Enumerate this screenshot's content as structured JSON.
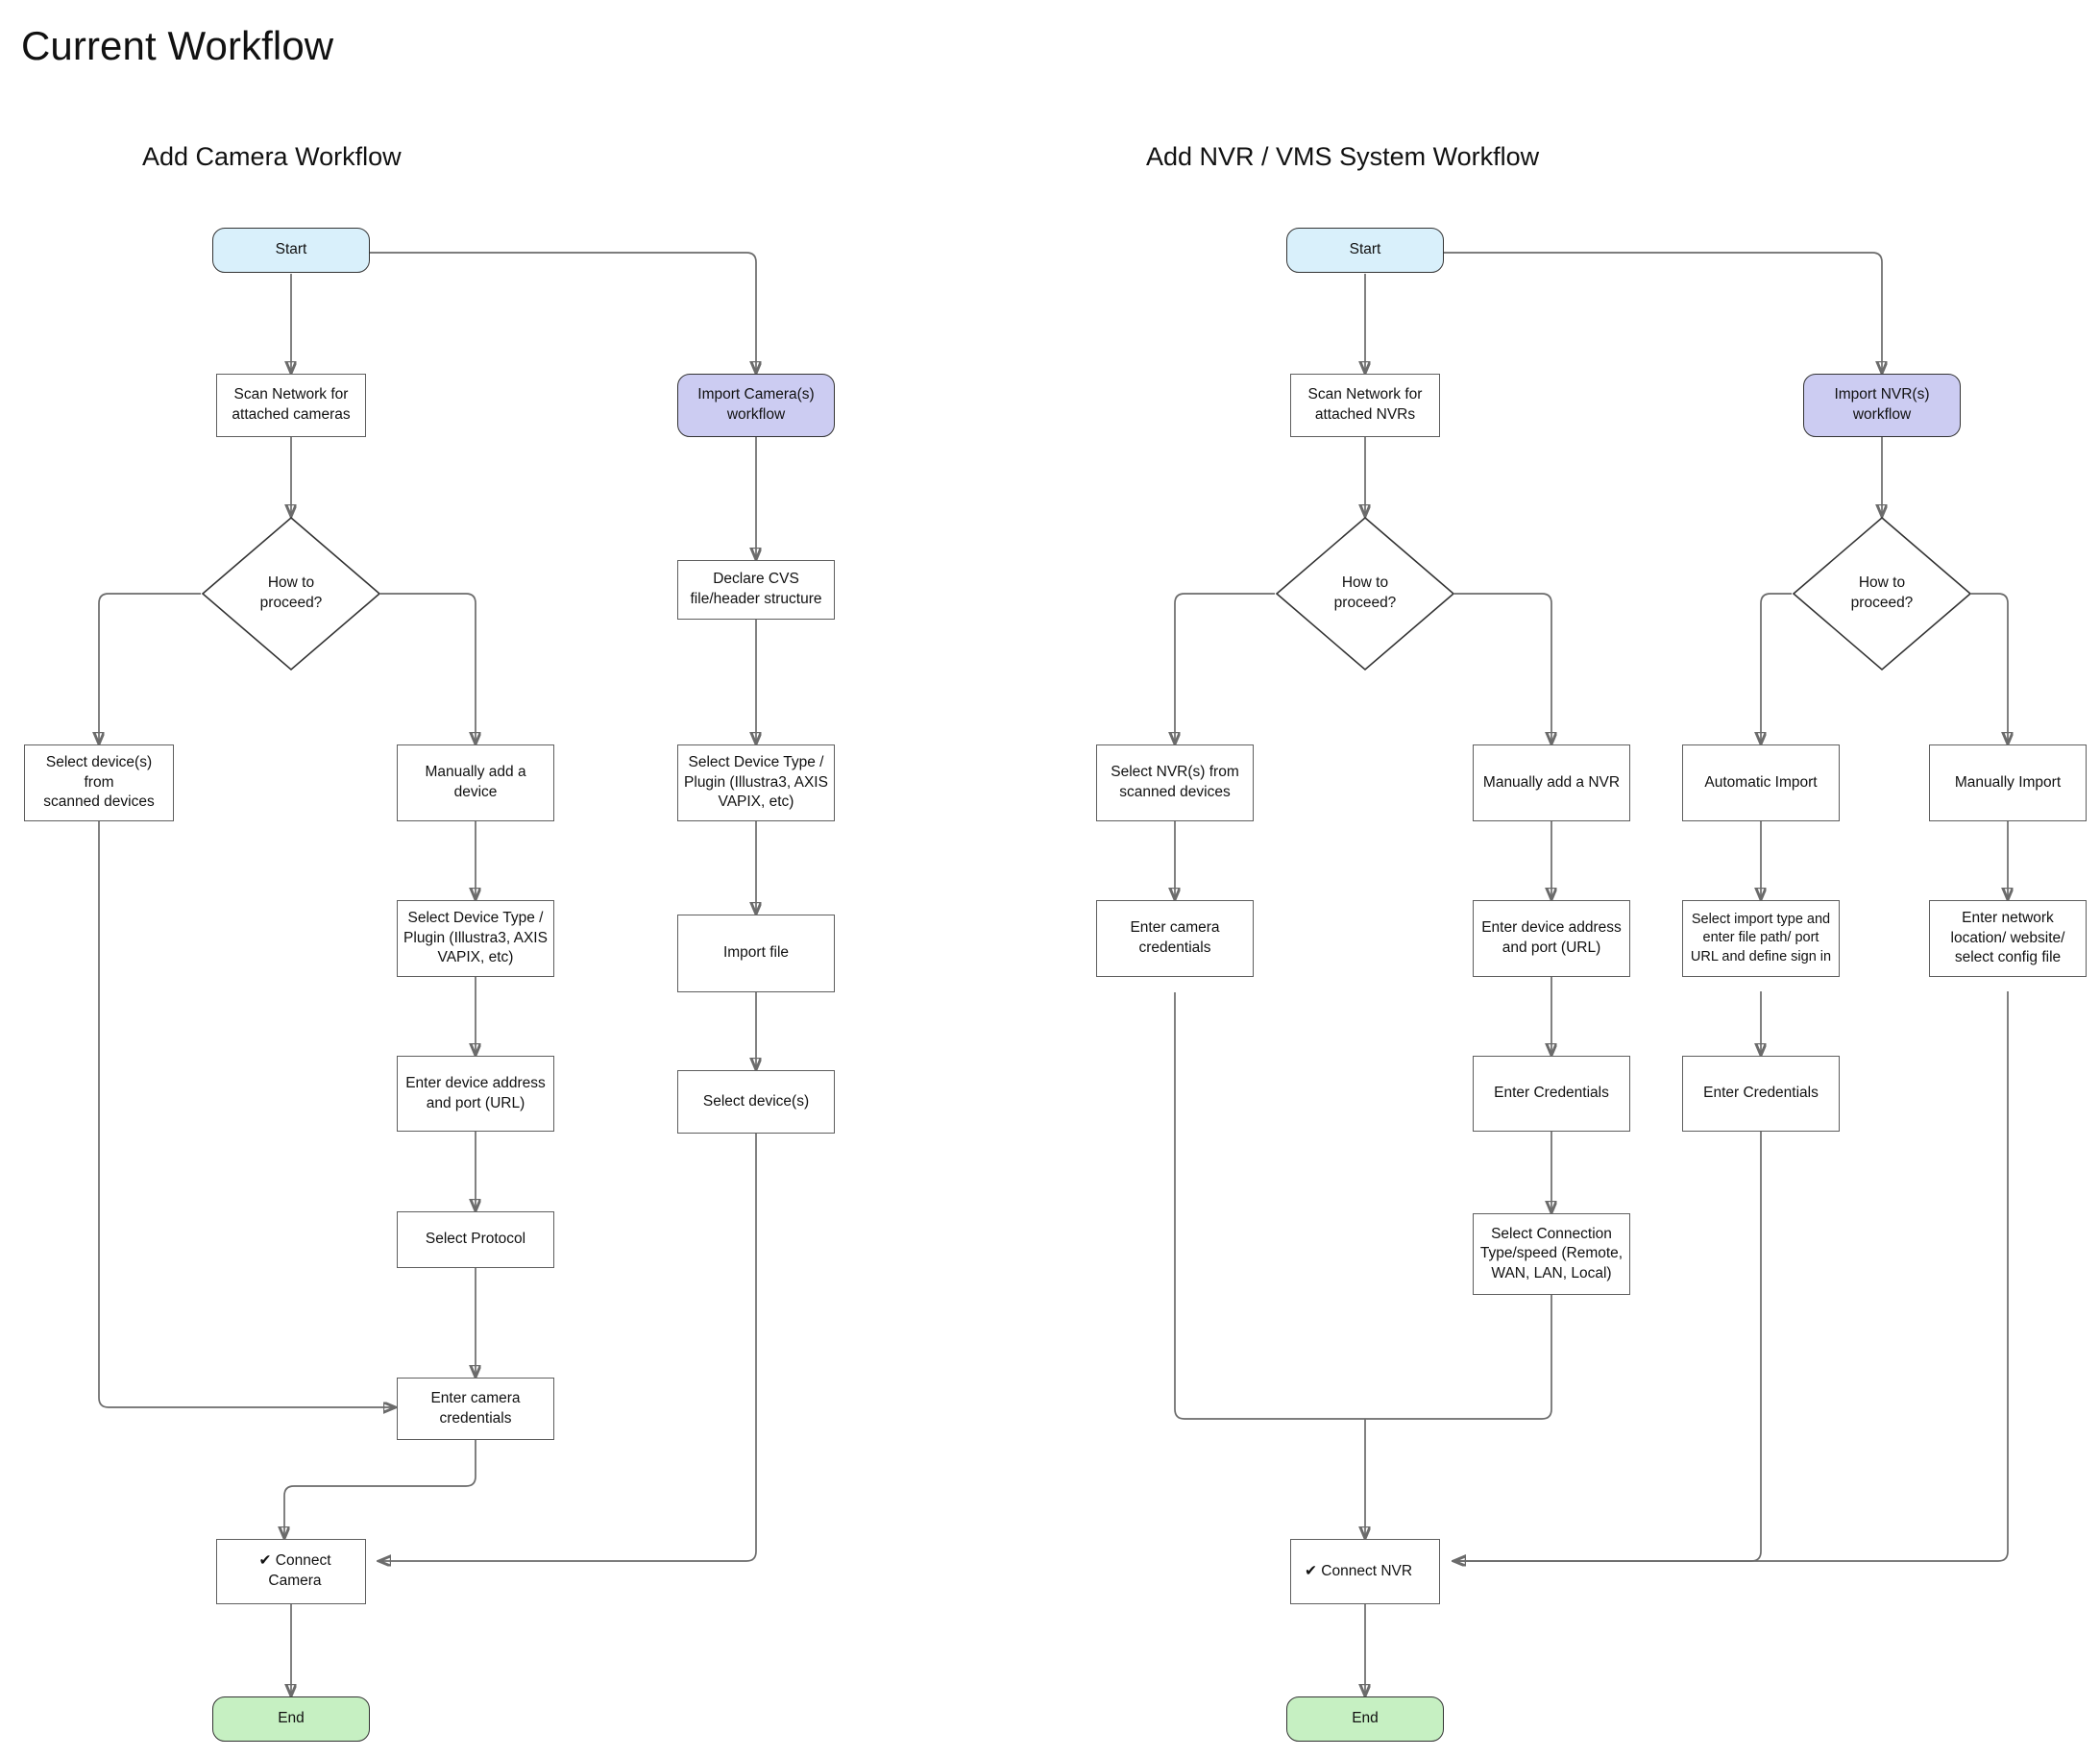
{
  "page": {
    "title": "Current Workflow"
  },
  "columns": [
    {
      "title": "Add Camera Workflow"
    },
    {
      "title": "Add NVR / VMS System Workflow"
    }
  ],
  "colors": {
    "start_fill": "#d9f0fb",
    "end_fill": "#c6f0c2",
    "subflow_fill": "#ccccf2",
    "process_fill": "#ffffff",
    "node_border": "#5e5e5e",
    "terminator_border": "#333333",
    "edge_stroke": "#6b6b6b",
    "text": "#111111"
  },
  "camera_workflow": {
    "start": "Start",
    "scan": "Scan Network for\nattached cameras",
    "import_subflow": "Import Camera(s)\nworkflow",
    "decision": "How to\nproceed?",
    "select_scanned": "Select device(s) from\nscanned devices",
    "manual_add": "Manually add a device",
    "declare_csv": "Declare CVS\nfile/header structure",
    "select_plugin_manual": "Select Device Type /\nPlugin (Illustra3, AXIS\nVAPIX, etc)",
    "select_plugin_import": "Select Device Type /\nPlugin (Illustra3, AXIS\nVAPIX, etc)",
    "enter_address": "Enter device address\nand port (URL)",
    "import_file": "Import file",
    "select_protocol": "Select Protocol",
    "select_devices": "Select device(s)",
    "enter_credentials": "Enter camera\ncredentials",
    "connect": "✔ Connect Camera",
    "end": "End"
  },
  "nvr_workflow": {
    "start": "Start",
    "scan": "Scan Network for\nattached NVRs",
    "import_subflow": "Import NVR(s)\nworkflow",
    "decision_left": "How to\nproceed?",
    "decision_right": "How to\nproceed?",
    "select_scanned": "Select NVR(s) from\nscanned devices",
    "manual_add": "Manually add a NVR",
    "automatic_import": "Automatic Import",
    "manual_import": "Manually Import",
    "enter_camera_credentials": "Enter camera\ncredentials",
    "enter_address": "Enter device address\nand port (URL)",
    "select_import_type": "Select import type and\nenter file path/ port\nURL and define sign in",
    "enter_network_location": "Enter network\nlocation/ website/\nselect config file",
    "enter_credentials_manual": "Enter Credentials",
    "enter_credentials_auto": "Enter Credentials",
    "select_connection": "Select Connection\nType/speed (Remote,\nWAN, LAN, Local)",
    "connect": "✔ Connect NVR",
    "end": "End"
  }
}
